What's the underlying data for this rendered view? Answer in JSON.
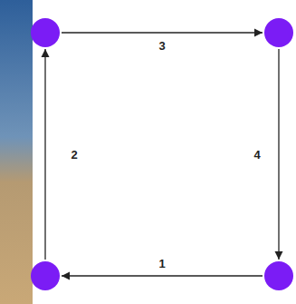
{
  "diagram": {
    "nodes": [
      {
        "text": []
      },
      {
        "text": []
      },
      {
        "text": []
      },
      {
        "text": []
      }
    ],
    "edges": [
      {
        "from": 3,
        "to": 2,
        "label": "1",
        "arrow": "to"
      },
      {
        "from": 2,
        "to": 0,
        "label": "2",
        "arrow": "to"
      },
      {
        "from": 0,
        "to": 1,
        "label": "3",
        "arrow": "to"
      },
      {
        "from": 1,
        "to": 3,
        "label": "4",
        "arrow": "to"
      }
    ]
  }
}
